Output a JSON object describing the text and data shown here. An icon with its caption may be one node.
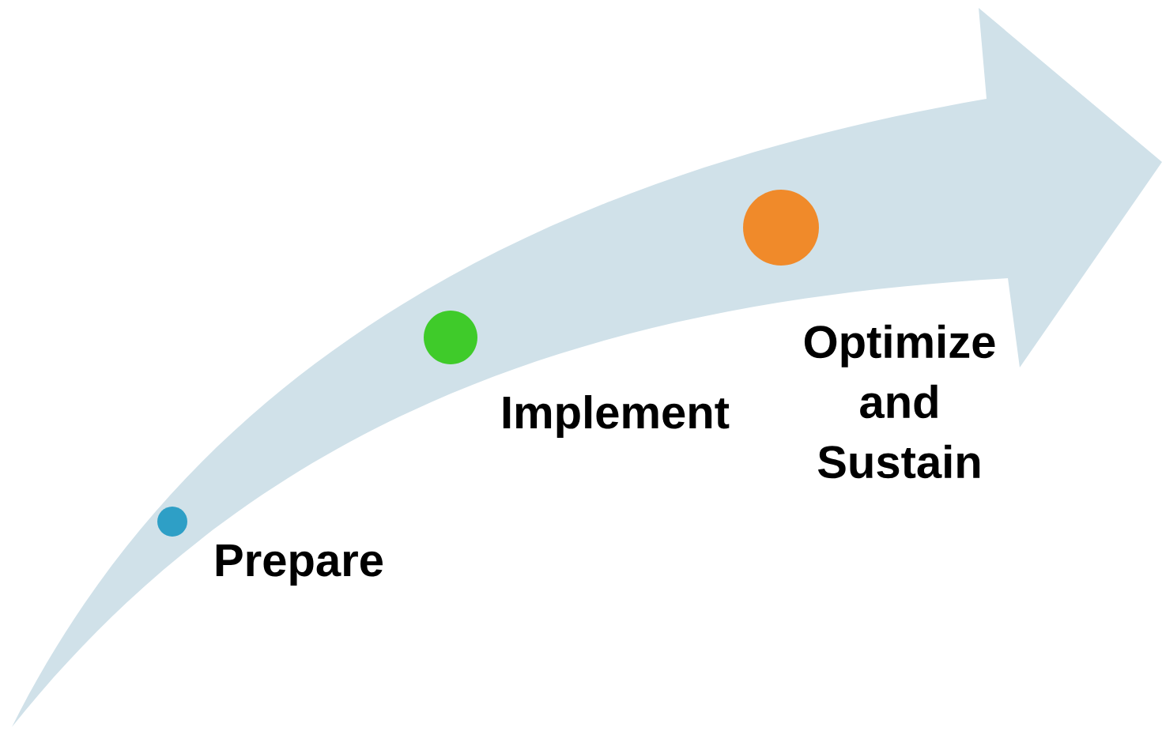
{
  "diagram": {
    "nodes": [
      {
        "text": [],
        "shape": "circle",
        "beside": [
          "Prepare"
        ]
      },
      {
        "text": [],
        "shape": "circle",
        "beside": [
          "Implement"
        ]
      },
      {
        "text": [],
        "shape": "circle",
        "beside": [
          "Optimize and Sustain"
        ]
      }
    ]
  }
}
